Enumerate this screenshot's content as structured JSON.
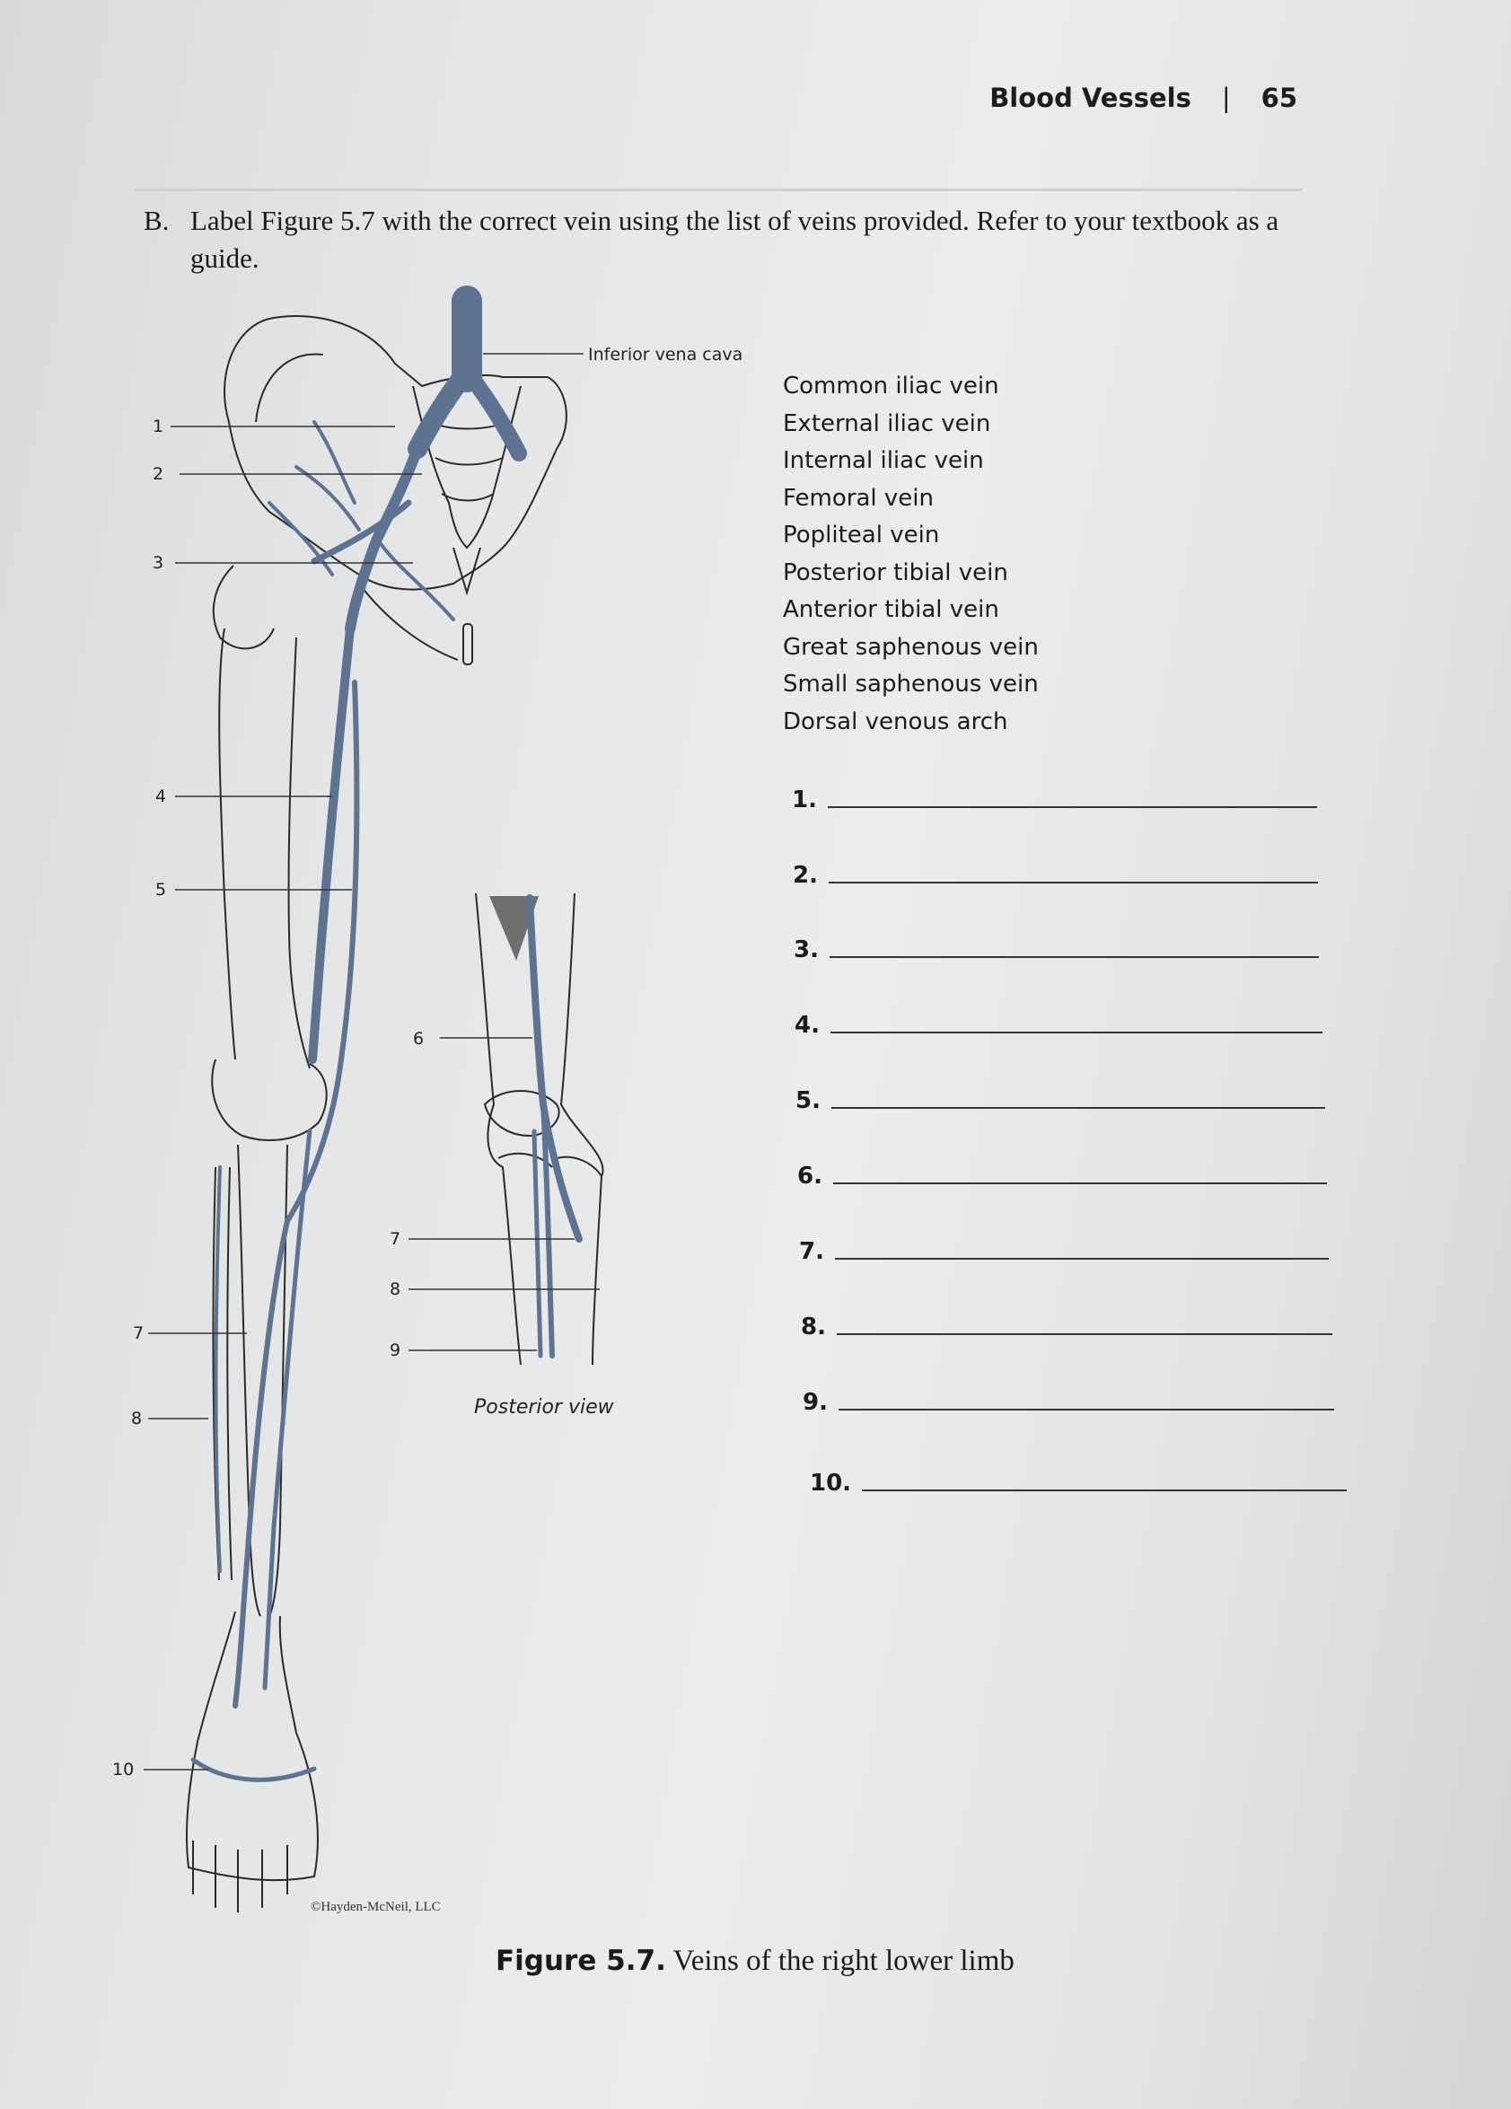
{
  "header": {
    "section": "Blood Vessels",
    "separator": "|",
    "page_number": "65"
  },
  "instruction": {
    "letter": "B.",
    "text": "Label Figure 5.7 with the correct vein using the list of veins provided. Refer to your textbook as a guide."
  },
  "figure": {
    "top_label": "Inferior vena cava",
    "posterior_label": "Posterior view",
    "copyright": "©Hayden-McNeil, LLC",
    "anterior_numbers": [
      "1",
      "2",
      "3",
      "4",
      "5",
      "7",
      "8",
      "10"
    ],
    "posterior_numbers": [
      "6",
      "7",
      "8",
      "9"
    ]
  },
  "vein_list": [
    "Common iliac vein",
    "External iliac vein",
    "Internal iliac vein",
    "Femoral vein",
    "Popliteal vein",
    "Posterior tibial vein",
    "Anterior tibial vein",
    "Great saphenous vein",
    "Small saphenous vein",
    "Dorsal venous arch"
  ],
  "answer_blanks": [
    "1.",
    "2.",
    "3.",
    "4.",
    "5.",
    "6.",
    "7.",
    "8.",
    "9.",
    "10."
  ],
  "caption": {
    "label": "Figure 5.7.",
    "title": "Veins of the right lower limb"
  },
  "colors": {
    "vein": "#5d7391",
    "vein_dark": "#3e5170",
    "bone": "#f2f2f2",
    "outline": "#2a2a2a"
  }
}
